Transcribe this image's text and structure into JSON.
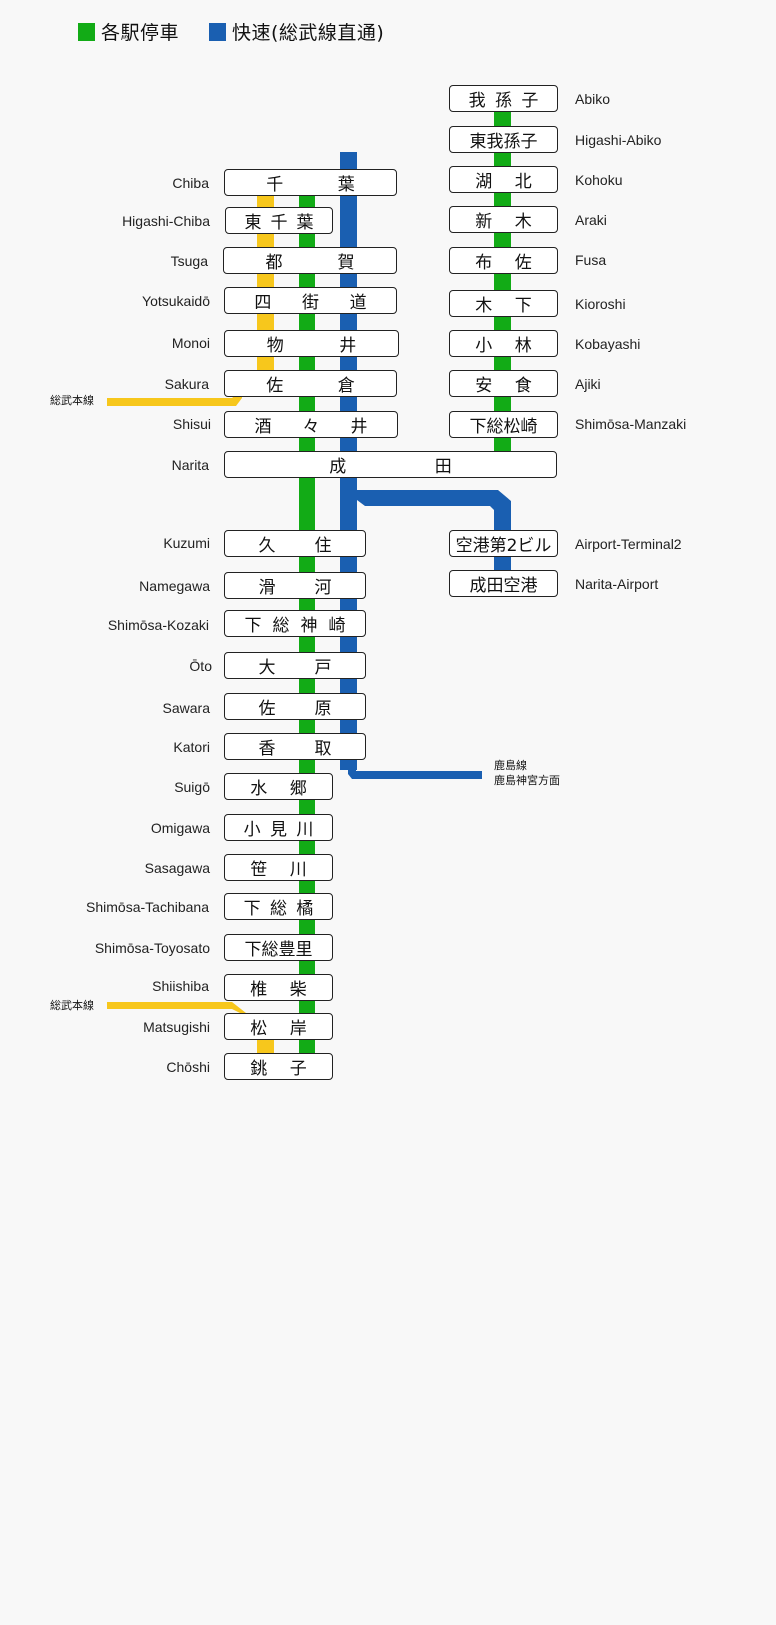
{
  "colors": {
    "local": "#12ab16",
    "rapid": "#1a5fb1",
    "sobu_main": "#f7c71c"
  },
  "legend": [
    {
      "label": "各駅停車",
      "color": "#12ab16"
    },
    {
      "label": "快速(総武線直通)",
      "color": "#1a5fb1"
    }
  ],
  "stations_left": [
    {
      "ja": "千　　葉",
      "en": "Chiba"
    },
    {
      "ja": "東 千 葉",
      "en": "Higashi-Chiba"
    },
    {
      "ja": "都　　賀",
      "en": "Tsuga"
    },
    {
      "ja": "四 街 道",
      "en": "Yotsukaidō"
    },
    {
      "ja": "物　　井",
      "en": "Monoi"
    },
    {
      "ja": "佐　　倉",
      "en": "Sakura"
    },
    {
      "ja": "酒 々 井",
      "en": "Shisui"
    },
    {
      "ja": "成　　田",
      "en": "Narita"
    },
    {
      "ja": "久　　住",
      "en": "Kuzumi"
    },
    {
      "ja": "滑　　河",
      "en": "Namegawa"
    },
    {
      "ja": "下 総 神 崎",
      "en": "Shimōsa-Kozaki"
    },
    {
      "ja": "大　　戸",
      "en": "Ōto"
    },
    {
      "ja": "佐　　原",
      "en": "Sawara"
    },
    {
      "ja": "香　　取",
      "en": "Katori"
    },
    {
      "ja": "水　　郷",
      "en": "Suigō"
    },
    {
      "ja": "小 見 川",
      "en": "Omigawa"
    },
    {
      "ja": "笹　　川",
      "en": "Sasagawa"
    },
    {
      "ja": "下 総 橘",
      "en": "Shimōsa-Tachibana"
    },
    {
      "ja": "下総豊里",
      "en": "Shimōsa-Toyosato"
    },
    {
      "ja": "椎　　柴",
      "en": "Shiishiba"
    },
    {
      "ja": "松　　岸",
      "en": "Matsugishi"
    },
    {
      "ja": "銚　　子",
      "en": "Chōshi"
    }
  ],
  "stations_right": [
    {
      "ja": "我 孫 子",
      "en": "Abiko"
    },
    {
      "ja": "東我孫子",
      "en": "Higashi-Abiko"
    },
    {
      "ja": "湖　　北",
      "en": "Kohoku"
    },
    {
      "ja": "新　　木",
      "en": "Araki"
    },
    {
      "ja": "布　　佐",
      "en": "Fusa"
    },
    {
      "ja": "木　　下",
      "en": "Kioroshi"
    },
    {
      "ja": "小　　林",
      "en": "Kobayashi"
    },
    {
      "ja": "安　　食",
      "en": "Ajiki"
    },
    {
      "ja": "下総松崎",
      "en": "Shimōsa-Manzaki"
    }
  ],
  "stations_airport": [
    {
      "ja": "空港第2ビル",
      "en": "Airport-Terminal2"
    },
    {
      "ja": "成田空港",
      "en": "Narita-Airport"
    }
  ],
  "branch_labels": {
    "sobu_main_1": "総武本線",
    "sobu_main_2": "総武本線",
    "kashima_line": "鹿島線",
    "kashima_direction": "鹿島神宮方面"
  }
}
